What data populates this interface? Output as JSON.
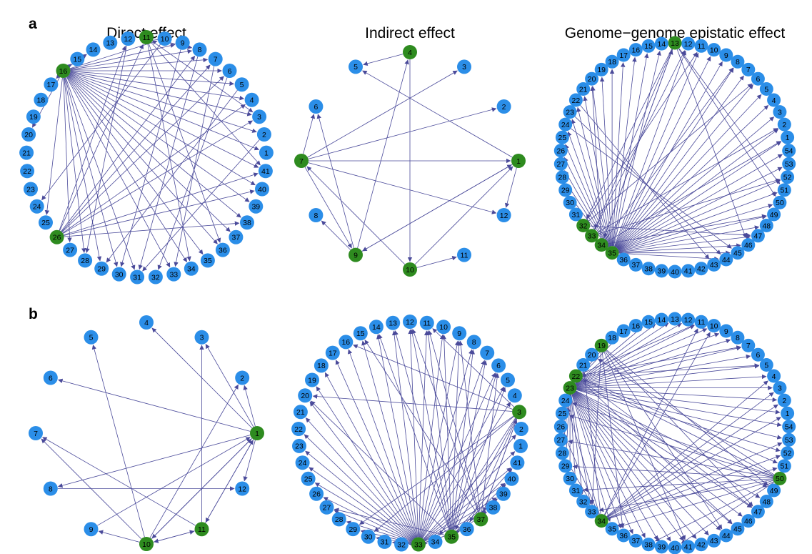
{
  "panel_letters": [
    "a",
    "b"
  ],
  "column_titles": [
    "Direct effect",
    "Indirect effect",
    "Genome−genome epistatic effect"
  ],
  "colors": {
    "node_default": "#2b8ee8",
    "node_highlight": "#2e8b1f",
    "edge": "#4a4a9a"
  },
  "graphs": [
    {
      "id": "a-direct",
      "n": 41,
      "start": 11,
      "highlight": [
        11,
        16,
        26
      ],
      "edges": [
        [
          16,
          7
        ],
        [
          16,
          6
        ],
        [
          16,
          5
        ],
        [
          16,
          4
        ],
        [
          16,
          3
        ],
        [
          16,
          2
        ],
        [
          16,
          1
        ],
        [
          16,
          41
        ],
        [
          16,
          40
        ],
        [
          16,
          39
        ],
        [
          16,
          38
        ],
        [
          16,
          37
        ],
        [
          16,
          36
        ],
        [
          16,
          35
        ],
        [
          16,
          34
        ],
        [
          16,
          33
        ],
        [
          16,
          31
        ],
        [
          16,
          30
        ],
        [
          16,
          29
        ],
        [
          16,
          28
        ],
        [
          16,
          27
        ],
        [
          16,
          25
        ],
        [
          16,
          20
        ],
        [
          16,
          10
        ],
        [
          16,
          9
        ],
        [
          16,
          8
        ],
        [
          16,
          14
        ],
        [
          16,
          15
        ],
        [
          16,
          17
        ],
        [
          11,
          8
        ],
        [
          11,
          36
        ],
        [
          11,
          34
        ],
        [
          11,
          3
        ],
        [
          11,
          41
        ],
        [
          26,
          4
        ],
        [
          26,
          7
        ],
        [
          26,
          8
        ],
        [
          26,
          12
        ],
        [
          26,
          38
        ],
        [
          26,
          40
        ],
        [
          26,
          41
        ],
        [
          26,
          6
        ],
        [
          26,
          3
        ],
        [
          26,
          11
        ],
        [
          5,
          29
        ],
        [
          2,
          31
        ],
        [
          9,
          30
        ],
        [
          6,
          32
        ],
        [
          7,
          33
        ],
        [
          12,
          28
        ],
        [
          10,
          24
        ],
        [
          8,
          31
        ]
      ]
    },
    {
      "id": "a-indirect",
      "n": 12,
      "start": 4,
      "highlight": [
        4,
        7,
        9,
        10,
        1
      ],
      "edges": [
        [
          4,
          5
        ],
        [
          4,
          10
        ],
        [
          7,
          6
        ],
        [
          7,
          9
        ],
        [
          7,
          1
        ],
        [
          7,
          2
        ],
        [
          7,
          3
        ],
        [
          7,
          12
        ],
        [
          9,
          4
        ],
        [
          9,
          6
        ],
        [
          9,
          8
        ],
        [
          9,
          1
        ],
        [
          1,
          12
        ],
        [
          1,
          5
        ],
        [
          1,
          9
        ],
        [
          10,
          11
        ],
        [
          10,
          1
        ],
        [
          10,
          7
        ]
      ]
    },
    {
      "id": "a-epistatic",
      "n": 54,
      "start": 13,
      "highlight": [
        13,
        32,
        33,
        34,
        35
      ],
      "edges": [
        [
          35,
          1
        ],
        [
          35,
          2
        ],
        [
          35,
          3
        ],
        [
          35,
          4
        ],
        [
          35,
          5
        ],
        [
          35,
          6
        ],
        [
          35,
          7
        ],
        [
          35,
          8
        ],
        [
          35,
          9
        ],
        [
          35,
          10
        ],
        [
          35,
          11
        ],
        [
          35,
          12
        ],
        [
          35,
          14
        ],
        [
          35,
          15
        ],
        [
          35,
          16
        ],
        [
          35,
          17
        ],
        [
          35,
          18
        ],
        [
          35,
          19
        ],
        [
          35,
          20
        ],
        [
          35,
          21
        ],
        [
          35,
          22
        ],
        [
          35,
          23
        ],
        [
          35,
          24
        ],
        [
          35,
          25
        ],
        [
          35,
          26
        ],
        [
          35,
          27
        ],
        [
          35,
          28
        ],
        [
          35,
          29
        ],
        [
          35,
          49
        ],
        [
          35,
          50
        ],
        [
          35,
          51
        ],
        [
          35,
          52
        ],
        [
          35,
          53
        ],
        [
          35,
          54
        ],
        [
          35,
          44
        ],
        [
          35,
          45
        ],
        [
          35,
          46
        ],
        [
          35,
          47
        ],
        [
          35,
          48
        ],
        [
          13,
          32
        ],
        [
          13,
          34
        ],
        [
          13,
          33
        ],
        [
          13,
          46
        ],
        [
          13,
          50
        ],
        [
          13,
          51
        ],
        [
          34,
          1
        ],
        [
          34,
          8
        ],
        [
          34,
          13
        ],
        [
          34,
          20
        ],
        [
          34,
          49
        ],
        [
          33,
          12
        ],
        [
          33,
          2
        ],
        [
          33,
          52
        ],
        [
          32,
          11
        ],
        [
          32,
          6
        ],
        [
          32,
          47
        ],
        [
          22,
          43
        ],
        [
          23,
          44
        ],
        [
          24,
          45
        ]
      ]
    },
    {
      "id": "b-direct",
      "n": 12,
      "start": 4,
      "highlight": [
        1,
        10,
        11
      ],
      "edges": [
        [
          1,
          6
        ],
        [
          1,
          4
        ],
        [
          1,
          3
        ],
        [
          1,
          2
        ],
        [
          1,
          8
        ],
        [
          1,
          11
        ],
        [
          1,
          12
        ],
        [
          1,
          10
        ],
        [
          10,
          9
        ],
        [
          10,
          11
        ],
        [
          10,
          5
        ],
        [
          10,
          2
        ],
        [
          10,
          1
        ],
        [
          10,
          7
        ],
        [
          11,
          7
        ],
        [
          11,
          3
        ],
        [
          11,
          1
        ],
        [
          11,
          10
        ],
        [
          9,
          1
        ],
        [
          8,
          12
        ]
      ]
    },
    {
      "id": "b-indirect",
      "n": 41,
      "start": 12,
      "highlight": [
        3,
        33,
        35,
        37
      ],
      "edges": [
        [
          33,
          12
        ],
        [
          33,
          13
        ],
        [
          33,
          14
        ],
        [
          33,
          15
        ],
        [
          33,
          16
        ],
        [
          33,
          17
        ],
        [
          33,
          11
        ],
        [
          33,
          10
        ],
        [
          33,
          9
        ],
        [
          33,
          8
        ],
        [
          33,
          7
        ],
        [
          33,
          6
        ],
        [
          33,
          5
        ],
        [
          33,
          4
        ],
        [
          33,
          18
        ],
        [
          33,
          19
        ],
        [
          33,
          20
        ],
        [
          33,
          21
        ],
        [
          33,
          22
        ],
        [
          33,
          23
        ],
        [
          33,
          24
        ],
        [
          33,
          25
        ],
        [
          33,
          26
        ],
        [
          33,
          27
        ],
        [
          33,
          28
        ],
        [
          33,
          29
        ],
        [
          33,
          30
        ],
        [
          33,
          31
        ],
        [
          33,
          32
        ],
        [
          33,
          2
        ],
        [
          33,
          1
        ],
        [
          33,
          41
        ],
        [
          33,
          40
        ],
        [
          33,
          39
        ],
        [
          33,
          38
        ],
        [
          33,
          36
        ],
        [
          33,
          34
        ],
        [
          35,
          8
        ],
        [
          35,
          9
        ],
        [
          35,
          10
        ],
        [
          35,
          11
        ],
        [
          35,
          6
        ],
        [
          35,
          5
        ],
        [
          35,
          7
        ],
        [
          35,
          12
        ],
        [
          35,
          13
        ],
        [
          35,
          14
        ],
        [
          35,
          20
        ],
        [
          35,
          27
        ],
        [
          35,
          41
        ],
        [
          35,
          40
        ],
        [
          35,
          39
        ],
        [
          35,
          38
        ],
        [
          37,
          3
        ],
        [
          37,
          6
        ],
        [
          37,
          9
        ],
        [
          37,
          11
        ],
        [
          37,
          12
        ],
        [
          37,
          15
        ],
        [
          3,
          11
        ],
        [
          3,
          16
        ],
        [
          3,
          20
        ],
        [
          3,
          29
        ],
        [
          3,
          30
        ],
        [
          3,
          34
        ],
        [
          3,
          35
        ],
        [
          3,
          36
        ],
        [
          3,
          37
        ]
      ]
    },
    {
      "id": "b-epistatic",
      "n": 54,
      "start": 13,
      "highlight": [
        19,
        22,
        23,
        34,
        50
      ],
      "edges": [
        [
          23,
          6
        ],
        [
          23,
          8
        ],
        [
          23,
          9
        ],
        [
          23,
          10
        ],
        [
          23,
          11
        ],
        [
          23,
          12
        ],
        [
          23,
          13
        ],
        [
          23,
          14
        ],
        [
          23,
          15
        ],
        [
          23,
          17
        ],
        [
          23,
          18
        ],
        [
          23,
          52
        ],
        [
          23,
          53
        ],
        [
          23,
          54
        ],
        [
          23,
          1
        ],
        [
          23,
          2
        ],
        [
          23,
          3
        ],
        [
          23,
          4
        ],
        [
          23,
          5
        ],
        [
          23,
          7
        ],
        [
          23,
          49
        ],
        [
          23,
          48
        ],
        [
          23,
          47
        ],
        [
          23,
          46
        ],
        [
          23,
          45
        ],
        [
          23,
          44
        ],
        [
          23,
          43
        ],
        [
          23,
          42
        ],
        [
          23,
          41
        ],
        [
          23,
          40
        ],
        [
          23,
          39
        ],
        [
          23,
          38
        ],
        [
          23,
          37
        ],
        [
          23,
          36
        ],
        [
          23,
          35
        ],
        [
          23,
          33
        ],
        [
          23,
          32
        ],
        [
          23,
          31
        ],
        [
          23,
          30
        ],
        [
          23,
          29
        ],
        [
          23,
          28
        ],
        [
          23,
          27
        ],
        [
          23,
          26
        ],
        [
          23,
          25
        ],
        [
          22,
          7
        ],
        [
          22,
          5
        ],
        [
          22,
          11
        ],
        [
          22,
          51
        ],
        [
          22,
          47
        ],
        [
          22,
          45
        ],
        [
          34,
          11
        ],
        [
          34,
          10
        ],
        [
          34,
          1
        ],
        [
          34,
          2
        ],
        [
          34,
          3
        ],
        [
          34,
          4
        ],
        [
          34,
          52
        ],
        [
          34,
          53
        ],
        [
          34,
          51
        ],
        [
          34,
          21
        ],
        [
          34,
          24
        ],
        [
          34,
          26
        ],
        [
          34,
          28
        ],
        [
          34,
          30
        ],
        [
          50,
          20
        ],
        [
          50,
          22
        ],
        [
          50,
          24
        ],
        [
          50,
          25
        ],
        [
          50,
          27
        ],
        [
          50,
          29
        ],
        [
          50,
          31
        ],
        [
          50,
          33
        ],
        [
          50,
          35
        ],
        [
          50,
          38
        ],
        [
          50,
          40
        ],
        [
          19,
          33
        ],
        [
          19,
          36
        ],
        [
          19,
          41
        ],
        [
          19,
          44
        ],
        [
          19,
          47
        ],
        [
          19,
          49
        ]
      ]
    }
  ]
}
